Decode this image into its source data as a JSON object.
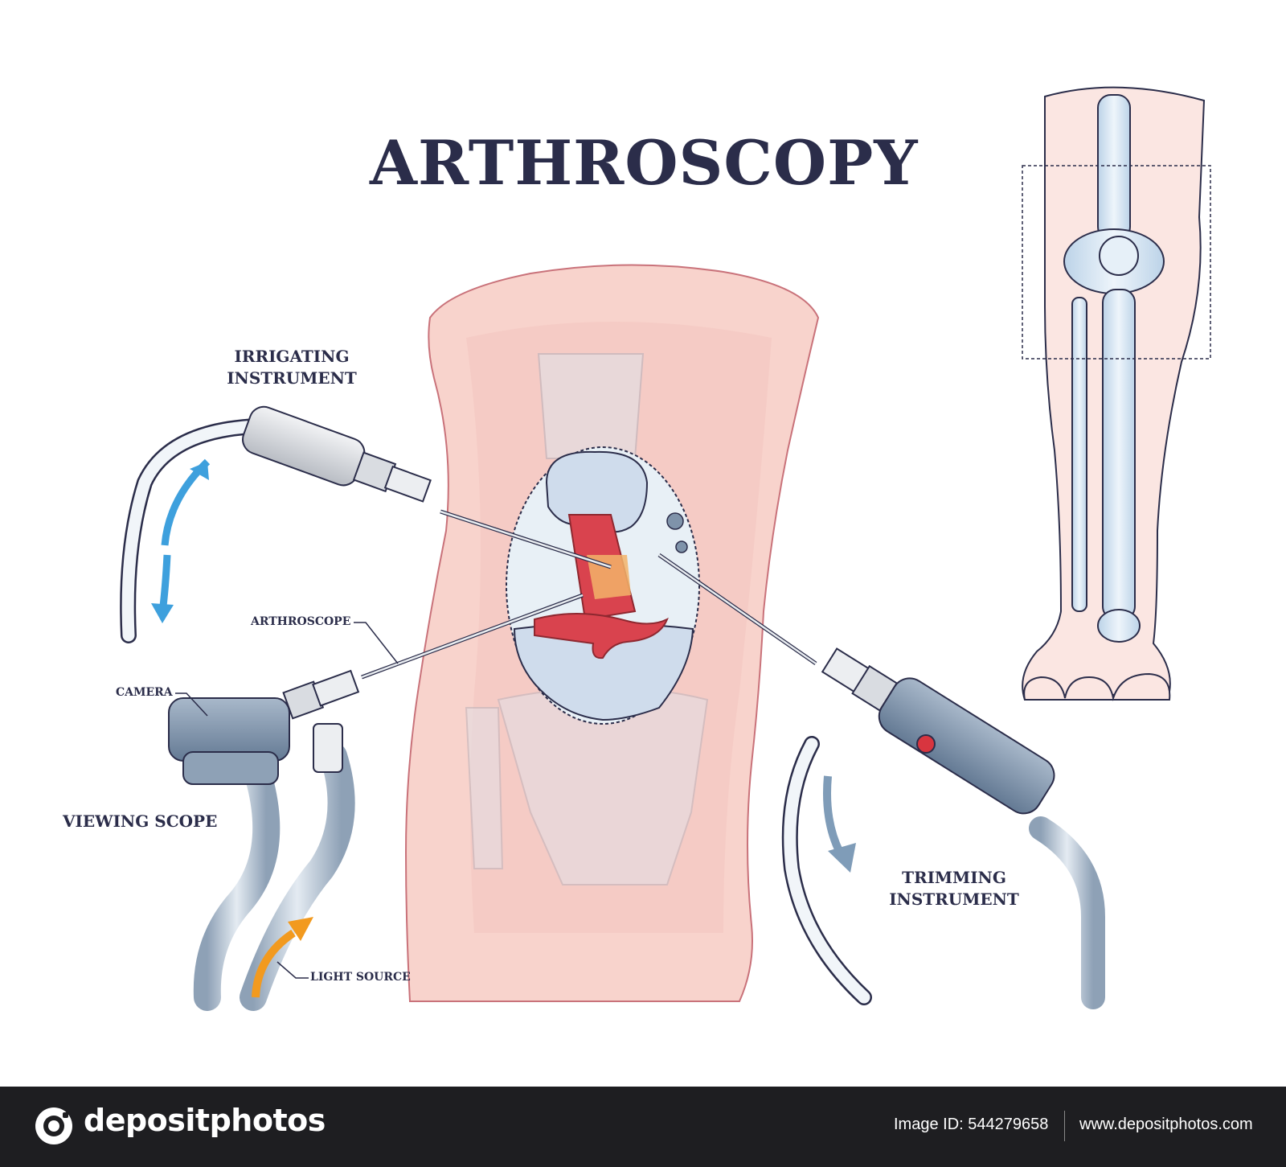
{
  "title": "ARTHROSCOPY",
  "labels": {
    "irrigating": [
      "IRRIGATING",
      "INSTRUMENT"
    ],
    "arthroscope": "ARTHROSCOPE",
    "camera": "CAMERA",
    "viewing_scope": "VIEWING SCOPE",
    "light_source": "LIGHT SOURCE",
    "trimming": [
      "TRIMMING",
      "INSTRUMENT"
    ]
  },
  "colors": {
    "text": "#2b2d4a",
    "skin": "#f8d3cc",
    "skin_outline": "#c9727a",
    "bone": "#d7e6f2",
    "tool_gray": "#c9ccd2",
    "tool_blue": "#7f93aa",
    "irrigation_arrow": "#3ea0dd",
    "trim_arrow": "#7f9cb8",
    "light_arrow": "#f29a1f",
    "ligament_red": "#d9434e",
    "button_red": "#d8353f"
  },
  "footer": {
    "brand": "depositphotos",
    "image_id": "Image ID: 544279658",
    "website": "www.depositphotos.com"
  }
}
